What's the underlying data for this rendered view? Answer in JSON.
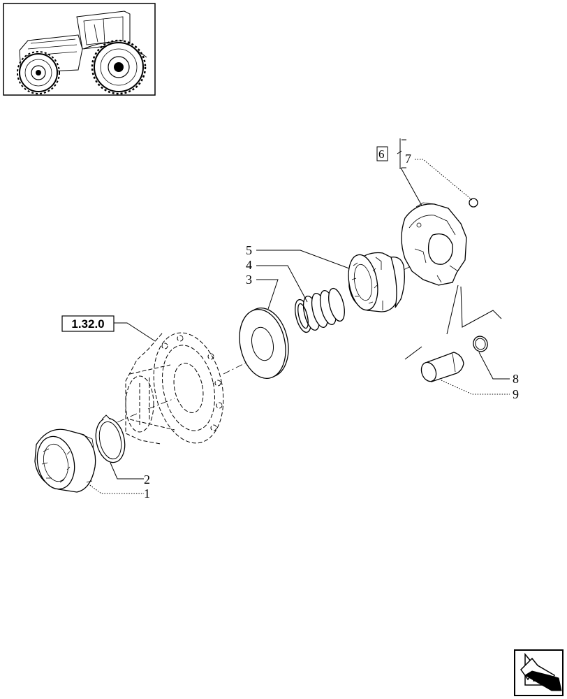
{
  "model_reference": "1.32.0",
  "group_box_label": "6",
  "callouts": [
    {
      "id": "c1",
      "number": "1"
    },
    {
      "id": "c2",
      "number": "2"
    },
    {
      "id": "c3",
      "number": "3"
    },
    {
      "id": "c4",
      "number": "4"
    },
    {
      "id": "c5",
      "number": "5"
    },
    {
      "id": "c7",
      "number": "7"
    },
    {
      "id": "c8",
      "number": "8"
    },
    {
      "id": "c9",
      "number": "9"
    }
  ],
  "icons": {
    "thumbnail": "tractor-thumbnail-icon",
    "navigation": "next-page-arrow-icon"
  },
  "colors": {
    "line": "#000000",
    "background": "#ffffff"
  }
}
